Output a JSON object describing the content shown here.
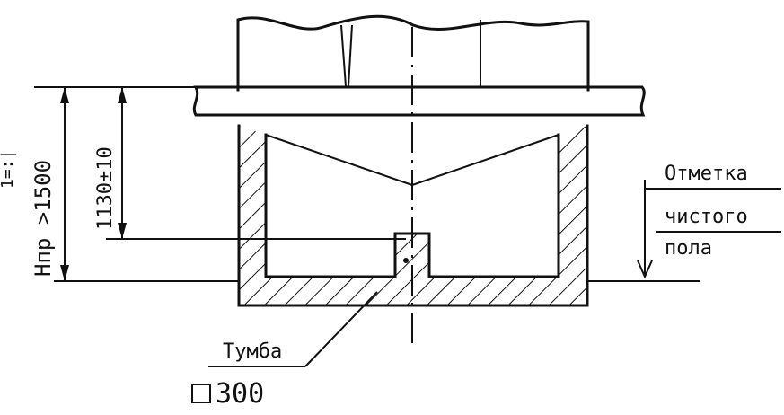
{
  "drawing": {
    "label_floor_mark_line1": "Отметка",
    "label_floor_mark_line2": "чистого",
    "label_floor_mark_line3": "пола",
    "label_pedestal": "Тумба",
    "label_pedestal_size": "300",
    "dim_height_min": "Нпр >1500",
    "dim_height_value": "1130±10",
    "dim_edge_label": "1=:|"
  }
}
